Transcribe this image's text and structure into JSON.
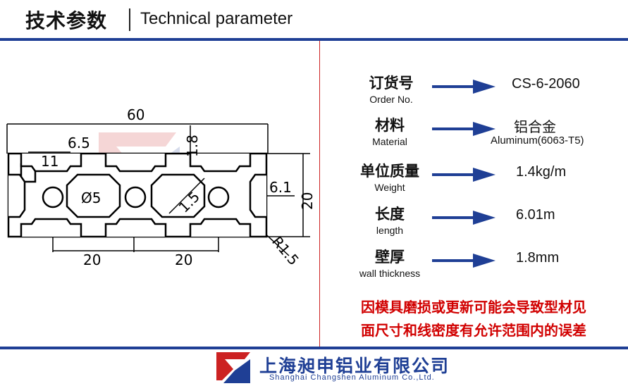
{
  "header": {
    "title_cn": "技术参数",
    "title_en": "Technical parameter"
  },
  "drawing": {
    "dim_width": "60",
    "dim_slot_offset": "6.5",
    "dim_slot_width": "11",
    "dim_wall_top": "1.8",
    "dim_hole": "Ø5",
    "dim_wall_inner": "1.5",
    "dim_side": "6.1",
    "dim_height": "20",
    "dim_pitch_left": "20",
    "dim_pitch_right": "20",
    "dim_radius": "R1.5"
  },
  "specs": [
    {
      "label_cn": "订货号",
      "label_en": "Order No.",
      "value": "CS-6-2060",
      "value_sub": ""
    },
    {
      "label_cn": "材料",
      "label_en": "Material",
      "value": "铝合金",
      "value_sub": "Aluminum(6063-T5)"
    },
    {
      "label_cn": "单位质量",
      "label_en": "Weight",
      "value": "1.4kg/m",
      "value_sub": ""
    },
    {
      "label_cn": "长度",
      "label_en": "length",
      "value": "6.01m",
      "value_sub": ""
    },
    {
      "label_cn": "壁厚",
      "label_en": "wall thickness",
      "value": "1.8mm",
      "value_sub": ""
    }
  ],
  "note": {
    "line1": "因模具磨损或更新可能会导致型材见",
    "line2": "面尺寸和线密度有允许范围内的误差"
  },
  "footer": {
    "company_cn": "上海昶申铝业有限公司",
    "company_en": "Shanghai Changshen Aluminum Co.,Ltd."
  },
  "colors": {
    "brand_blue": "#1f3f95",
    "accent_red": "#c22",
    "note_red": "#d10000"
  }
}
